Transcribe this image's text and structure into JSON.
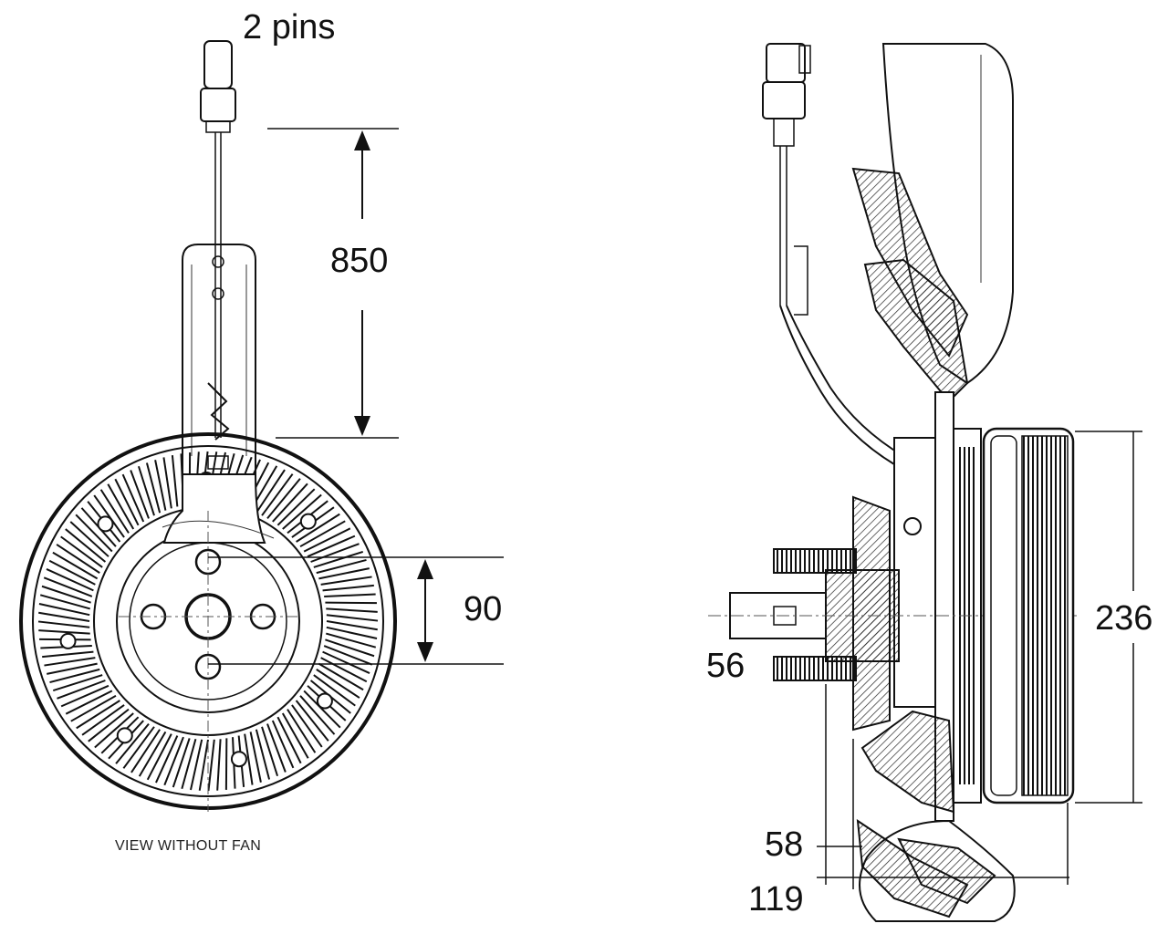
{
  "front_view": {
    "connector_label": "2 pins",
    "cable_length": "850",
    "bolt_spacing": "90",
    "caption": "VIEW WITHOUT FAN"
  },
  "side_view": {
    "outer_diameter": "236",
    "shaft_dim": "56",
    "hub_offset": "58",
    "overall_depth": "119"
  }
}
